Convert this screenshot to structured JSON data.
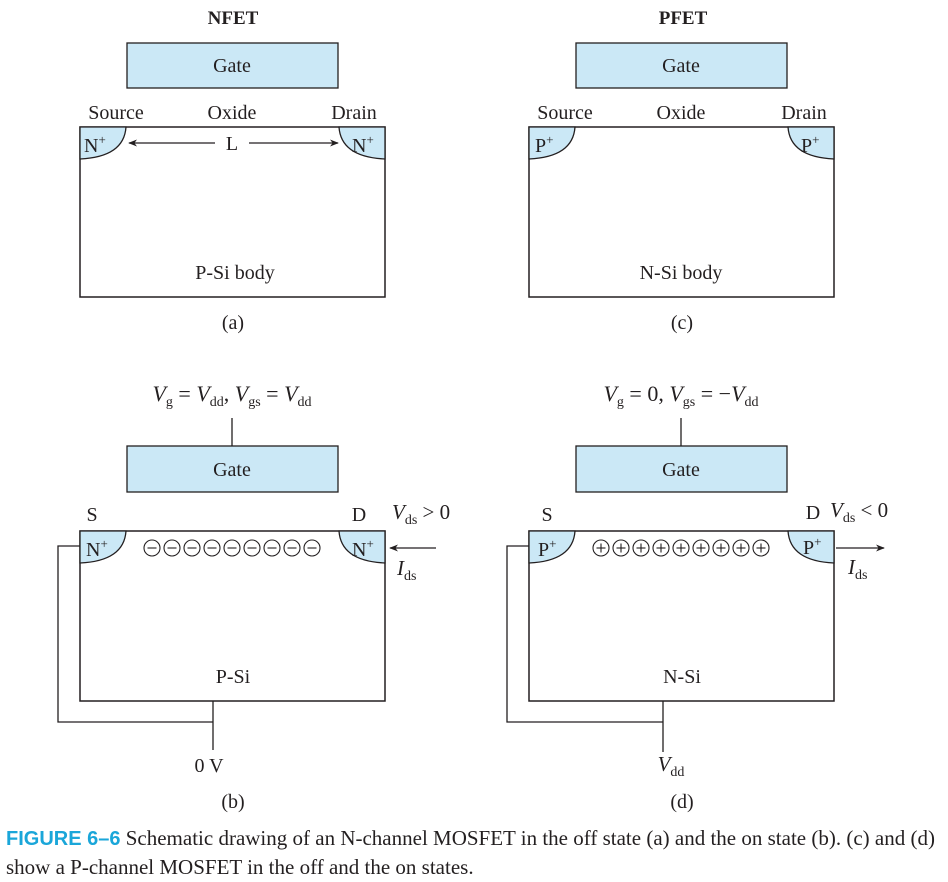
{
  "panels": {
    "a": {
      "title": "NFET",
      "gate": "Gate",
      "source": "Source",
      "oxide": "Oxide",
      "drain": "Drain",
      "diffusion": "N",
      "sup": "+",
      "length": "L",
      "body": "P-Si body",
      "id": "(a)"
    },
    "c": {
      "title": "PFET",
      "gate": "Gate",
      "source": "Source",
      "oxide": "Oxide",
      "drain": "Drain",
      "diffusion": "P",
      "sup": "+",
      "body": "N-Si body",
      "id": "(c)"
    },
    "b": {
      "vg_var": "V",
      "vg_sub": "g",
      "vg_eq": " = ",
      "vg_val": "V",
      "vg_val_sub": "dd",
      "sep": ", ",
      "vgs_var": "V",
      "vgs_sub": "gs",
      "vgs_eq": " = ",
      "vgs_val": "V",
      "vgs_val_sub": "dd",
      "gate": "Gate",
      "s": "S",
      "d": "D",
      "vds_var": "V",
      "vds_sub": "ds",
      "vds_rel": " > 0",
      "diffusion": "N",
      "sup": "+",
      "carrier": "−",
      "carrier_count": 9,
      "ids_var": "I",
      "ids_sub": "ds",
      "body": "P-Si",
      "ground": "0 V",
      "id": "(b)"
    },
    "d": {
      "vg_var": "V",
      "vg_sub": "g",
      "vg_eq": " = 0, ",
      "vgs_var": "V",
      "vgs_sub": "gs",
      "vgs_eq": " = −",
      "vgs_val": "V",
      "vgs_val_sub": "dd",
      "gate": "Gate",
      "s": "S",
      "d": "D",
      "vds_var": "V",
      "vds_sub": "ds",
      "vds_rel": " < 0",
      "diffusion": "P",
      "sup": "+",
      "carrier": "+",
      "carrier_count": 9,
      "ids_var": "I",
      "ids_sub": "ds",
      "body": "N-Si",
      "supply_var": "V",
      "supply_sub": "dd",
      "id": "(d)"
    }
  },
  "caption": {
    "label": "FIGURE 6–6",
    "text": " Schematic drawing of an N-channel MOSFET in the off state (a) and the on state (b). (c) and (d) show a P-channel MOSFET in the off and the on states."
  }
}
